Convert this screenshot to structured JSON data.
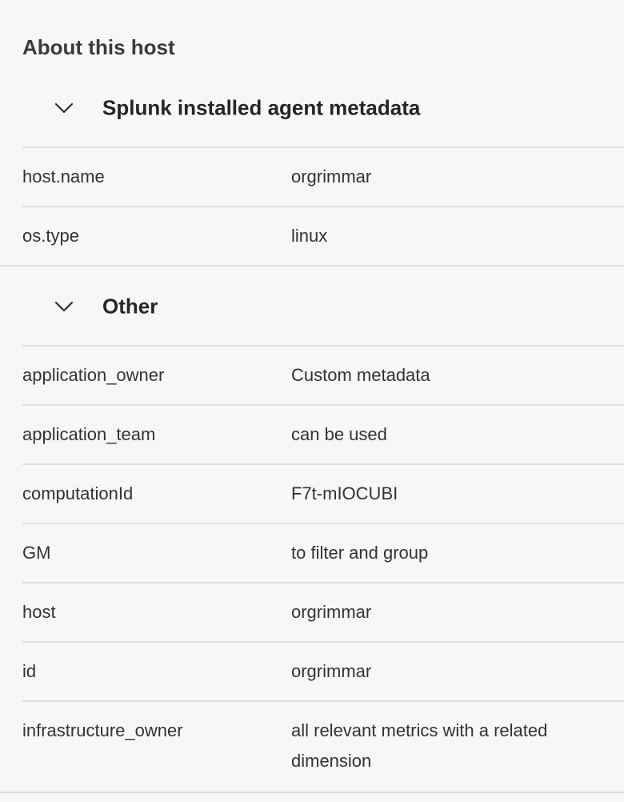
{
  "panel": {
    "title": "About this host"
  },
  "sections": [
    {
      "title": "Splunk installed agent metadata",
      "icon": "chevron-down-icon",
      "rows": [
        {
          "key": "host.name",
          "value": "orgrimmar"
        },
        {
          "key": "os.type",
          "value": "linux"
        }
      ]
    },
    {
      "title": "Other",
      "icon": "chevron-down-icon",
      "rows": [
        {
          "key": "application_owner",
          "value": "Custom metadata"
        },
        {
          "key": "application_team",
          "value": "can be used"
        },
        {
          "key": "computationId",
          "value": "F7t-mIOCUBI"
        },
        {
          "key": "GM",
          "value": "to filter and group"
        },
        {
          "key": "host",
          "value": "orgrimmar"
        },
        {
          "key": "id",
          "value": "orgrimmar"
        },
        {
          "key": "infrastructure_owner",
          "value": "all relevant metrics with a related dimension"
        }
      ]
    }
  ],
  "colors": {
    "background": "#f7f7f7",
    "divider": "#e0e0e0",
    "text": "#333333"
  }
}
